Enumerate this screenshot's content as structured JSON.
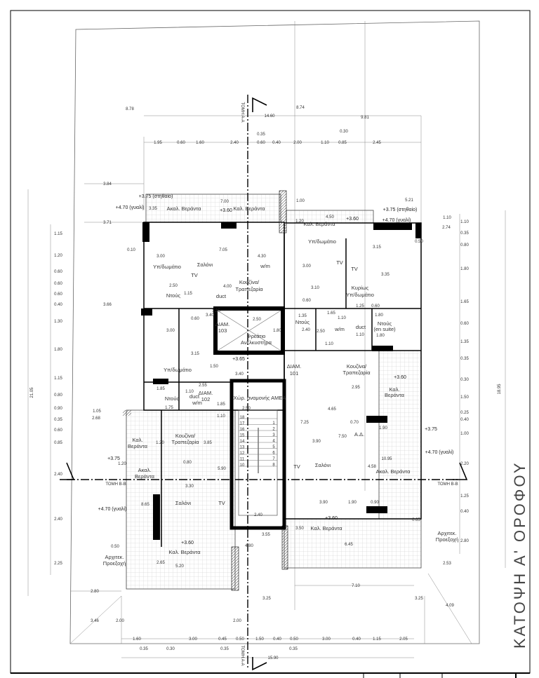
{
  "drawing": {
    "title": "ΚΑΤΟΨΗ Α' ΟΡΟΦΟΥ",
    "section_a": "ΤΟΜΗ Α-Α",
    "section_b": "ΤΟΜΗ Β-Β",
    "total_height_left": "21.05",
    "total_height_right": "18.95",
    "colors": {
      "wall": "#000000",
      "line": "#555555",
      "hatch": "#bbbbbb"
    }
  },
  "rooms": [
    "Ακαλ. Βεράντα",
    "Καλ. Βεράντα",
    "Καλ. Βεράντα",
    "Υπ/δωμάτιο",
    "Σαλόνι",
    "w/m",
    "TV",
    "Κουζίνα/",
    "Τραπεζαρία",
    "Ντούς",
    "duct",
    "Υπ/δωμάτιο",
    "TV",
    "TV",
    "Κυρίως",
    "Υπ/δωμάτιο",
    "ΔΙΑΜ.",
    "103",
    "Φρεάτιο",
    "Ανελκυστήρα",
    "Ντούς",
    "w/m",
    "duct",
    "Ντούς",
    "(en suite)",
    "Υπ/δωμάτιο",
    "ΔΙΑΜ.",
    "101",
    "Κουζίνα/",
    "Τραπεζαρία",
    "Καλ.",
    "Βεράντα",
    "Ντούς",
    "ΔΙΑΜ.",
    "102",
    "duct",
    "w/m",
    "Κουζίνα/",
    "Τραπεζαρία",
    "Καλ.",
    "Βεράντα",
    "Α.Δ.",
    "TV",
    "Σαλόνι",
    "Ακαλ. Βεράντα",
    "Ακαλ.",
    "Βεράντα",
    "Σαλόνι",
    "TV",
    "Καλ. Βεράντα",
    "Αρχιτεκ.",
    "Προεξοχή",
    "Αρχιτεκ.",
    "Προεξοχή",
    "Καλ. Βεράντα",
    "Χώρ. αναμονής ΑΜΕΑ"
  ],
  "levels": [
    "+3.75 (στηθαίο)",
    "+4.70 (γυαλί)",
    "+3.60",
    "+3.75 (στηθαίο)",
    "+4.70 (γυαλί)",
    "+3.60",
    "+3.65",
    "+3.60",
    "+3.75",
    "+4.70 (γυαλί)",
    "+3.75",
    "+4.70 (γυαλί)",
    "+3.60",
    "+3.60"
  ],
  "dimensions": [
    "8.78",
    "8.74",
    "14.60",
    "9.81",
    "1.95",
    "0.60",
    "1.60",
    "2.40",
    "0.60",
    "0.40",
    "2.00",
    "1.10",
    "0.85",
    "2.45",
    "0.35",
    "0.30",
    "3.84",
    "5.21",
    "3.35",
    "7.00",
    "1.00",
    "3.71",
    "1.20",
    "4.50",
    "1.10",
    "2.74",
    "1.15",
    "1.20",
    "0.60",
    "0.60",
    "0.60",
    "0.40",
    "1.30",
    "1.80",
    "1.15",
    "0.80",
    "0.90",
    "0.35",
    "0.60",
    "0.85",
    "2.40",
    "2.40",
    "2.25",
    "1.10",
    "0.35",
    "0.80",
    "1.80",
    "1.65",
    "0.60",
    "1.35",
    "0.35",
    "0.30",
    "1.50",
    "0.25",
    "0.40",
    "1.00",
    "2.20",
    "1.25",
    "0.40",
    "2.80",
    "7.05",
    "3.00",
    "0.10",
    "4.30",
    "4.00",
    "2.50",
    "1.15",
    "3.00",
    "3.10",
    "0.60",
    "3.15",
    "3.35",
    "1.25",
    "0.60",
    "0.50",
    "2.50",
    "1.80",
    "3.40",
    "1.25",
    "0.60",
    "3.00",
    "3.15",
    "1.35",
    "2.40",
    "2.50",
    "1.65",
    "1.10",
    "1.10",
    "1.10",
    "1.80",
    "1.80",
    "3.66",
    "1.50",
    "3.40",
    "2.95",
    "1.85",
    "1.10",
    "2.55",
    "1.85",
    "1.75",
    "1.10",
    "2.50",
    "4.65",
    "1.05",
    "2.68",
    "7.25",
    "0.70",
    "1.90",
    "7.50",
    "3.90",
    "1.20",
    "3.85",
    "1.20",
    "0.80",
    "5.90",
    "4.58",
    "10.95",
    "3.30",
    "8.65",
    "3.90",
    "1.90",
    "0.90",
    "0.65",
    "2.40",
    "3.55",
    "3.50",
    "6.45",
    "4.80",
    "0.50",
    "2.65",
    "5.20",
    "2.53",
    "2.80",
    "7.10",
    "3.25",
    "3.25",
    "4.09",
    "3.46",
    "2.00",
    "2.00",
    "1.60",
    "3.00",
    "0.45",
    "0.50",
    "1.50",
    "0.40",
    "0.50",
    "3.00",
    "0.40",
    "1.15",
    "2.05",
    "0.35",
    "0.30",
    "0.35",
    "0.35",
    "15.90"
  ],
  "stairs": [
    "18",
    "17",
    "16",
    "15",
    "14",
    "13",
    "12",
    "11",
    "10",
    "1",
    "2",
    "3",
    "4",
    "5",
    "6",
    "7",
    "8"
  ]
}
